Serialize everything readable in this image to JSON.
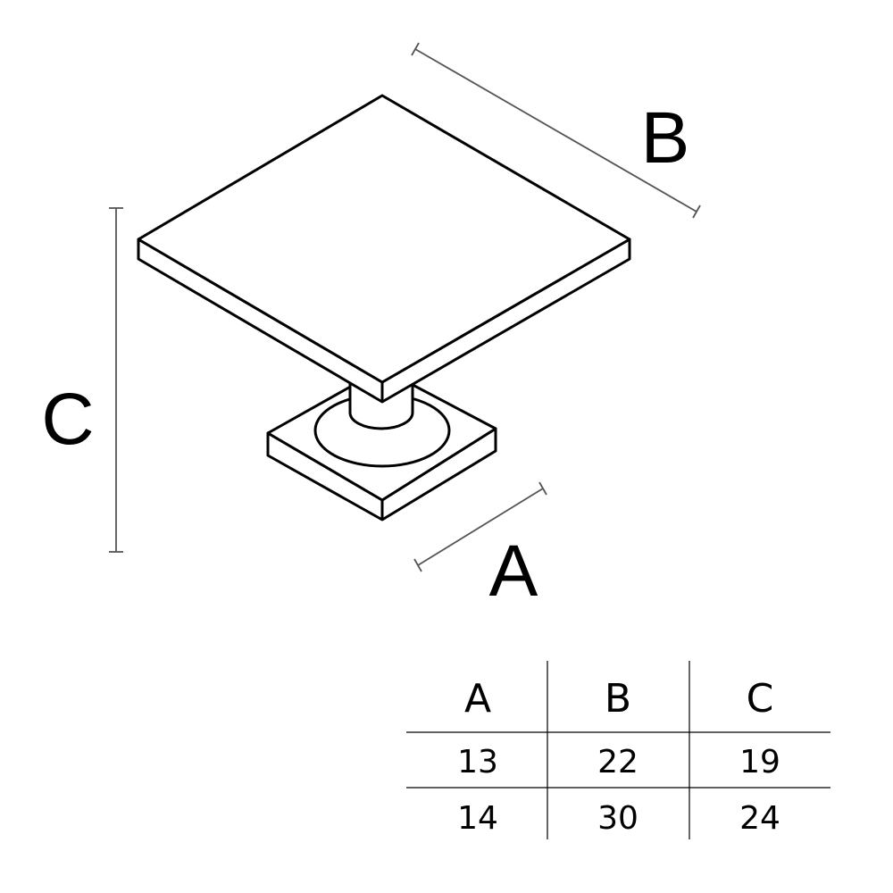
{
  "drawing": {
    "labels": {
      "a": "A",
      "b": "B",
      "c": "C"
    }
  },
  "table": {
    "headers": [
      "A",
      "B",
      "C"
    ],
    "rows": [
      [
        "13",
        "22",
        "19"
      ],
      [
        "14",
        "30",
        "24"
      ]
    ]
  }
}
